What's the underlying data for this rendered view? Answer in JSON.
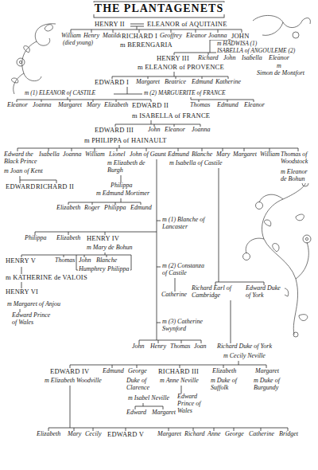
{
  "diagram": {
    "title": "THE PLANTAGENETS",
    "labels": [
      "HENRY II",
      "ELEANOR of AQUITAINE",
      "William",
      "Henry",
      "(died young)",
      "Matilda",
      "RICHARD I",
      "m BERENGARIA",
      "Geoffrey",
      "Eleanor",
      "Joanna",
      "JOHN",
      "m HADWISA (1)",
      "ISABELLA of ANGOULEME (2)",
      "HENRY III",
      "Richard",
      "John",
      "Isabella",
      "Eleanor",
      "m ELEANOR of PROVENCE",
      "m",
      "Simon de Montfort",
      "EDWARD I",
      "Margaret",
      "Beatrice",
      "Edmund",
      "Katherine",
      "m (1) ELEANOR of CASTILE",
      "m (2) MARGUERITE of FRANCE",
      "Eleanor",
      "Joanna",
      "Margaret",
      "Mary",
      "Elizabeth",
      "EDWARD II",
      "Thomas",
      "Edmund",
      "Eleanor",
      "m ISABELLA of FRANCE",
      "EDWARD III",
      "John",
      "Eleanor",
      "Joanna",
      "m PHILIPPA of HAINAULT",
      "Edward the Black Prince",
      "Isabella",
      "Joanna",
      "William",
      "Lionel",
      "John of Gaunt",
      "Edmund",
      "Blanche",
      "Mary",
      "Margaret",
      "William",
      "Thomas of Woodstock",
      "m Joan of Kent",
      "EDWARD",
      "RICHARD II",
      "m Elizabeth de Burgh",
      "Philippa",
      "m Edmund Mortimer",
      "Elizabeth",
      "Roger",
      "Philippa",
      "Edmund",
      "m Isabella of Castile",
      "m Eleanor de Bohun",
      "m (1) Blanche of Lancaster",
      "Philippa",
      "Elizabeth",
      "HENRY IV",
      "m Mary de Bohun",
      "HENRY V",
      "Thomas",
      "John",
      "Blanche",
      "Humphrey",
      "Philippa",
      "m KATHERINE de VALOIS",
      "HENRY VI",
      "m Margaret of Anjou",
      "Edward Prince of Wales",
      "m (2) Constanza of Castile",
      "Catherine",
      "Richard Earl of Cambridge",
      "Edward Duke of York",
      "m (3) Catherine Swynford",
      "John",
      "Henry",
      "Thomas",
      "Joan",
      "Richard Duke of York",
      "m Cecily Neville",
      "EDWARD IV",
      "m Elizabeth Woodville",
      "Edmund",
      "George",
      "Duke of Clarence",
      "m Isabel Neville",
      "Edward",
      "Margaret",
      "RICHARD III",
      "m Anne Neville",
      "Edward Prince of Wales",
      "Elizabeth",
      "m Duke of Suffolk",
      "Margaret",
      "m Duke of Burgundy",
      "Elizabeth",
      "Mary",
      "Cecily",
      "EDWARD V",
      "Margaret",
      "Richard",
      "Anne",
      "George",
      "Catherine",
      "Bridget"
    ]
  }
}
